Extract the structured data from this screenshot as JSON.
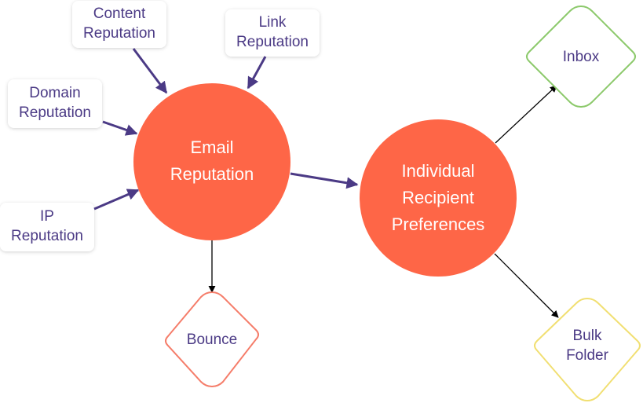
{
  "nodes": {
    "content_reputation": "Content\nReputation",
    "link_reputation": "Link\nReputation",
    "domain_reputation": "Domain\nReputation",
    "ip_reputation": "IP\nReputation",
    "email_reputation": "Email\nReputation",
    "individual_preferences": "Individual\nRecipient\nPreferences",
    "inbox": "Inbox",
    "bounce": "Bounce",
    "bulk_folder": "Bulk\nFolder"
  },
  "colors": {
    "circle_fill": "#fe6647",
    "source_arrow": "#4b3a85",
    "box_text": "#4b3a85",
    "outcome_arrow": "#000000",
    "inbox_border": "#8cc96b",
    "bounce_border": "#f57d6a",
    "bulk_border": "#f1df72"
  }
}
